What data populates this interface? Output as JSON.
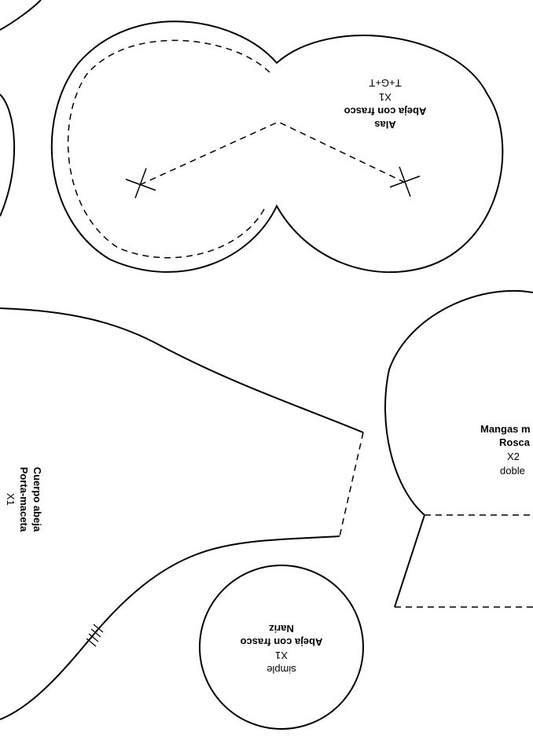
{
  "pieces": {
    "alas": {
      "name": "Alas",
      "project": "Abeja con frasco",
      "quantity": "X1",
      "note": "T+G+T"
    },
    "cuerpo": {
      "name": "Cuerpo abeja",
      "project": "Porta-maceta",
      "quantity": "X1"
    },
    "mangas": {
      "name": "Mangas m",
      "project": "Rosca",
      "quantity": "X2",
      "note": "doble"
    },
    "nariz": {
      "name": "Nariz",
      "project": "Abeja con frasco",
      "quantity": "X1",
      "note": "simple"
    }
  },
  "colors": {
    "line": "#000000",
    "paper": "#ffffff"
  }
}
